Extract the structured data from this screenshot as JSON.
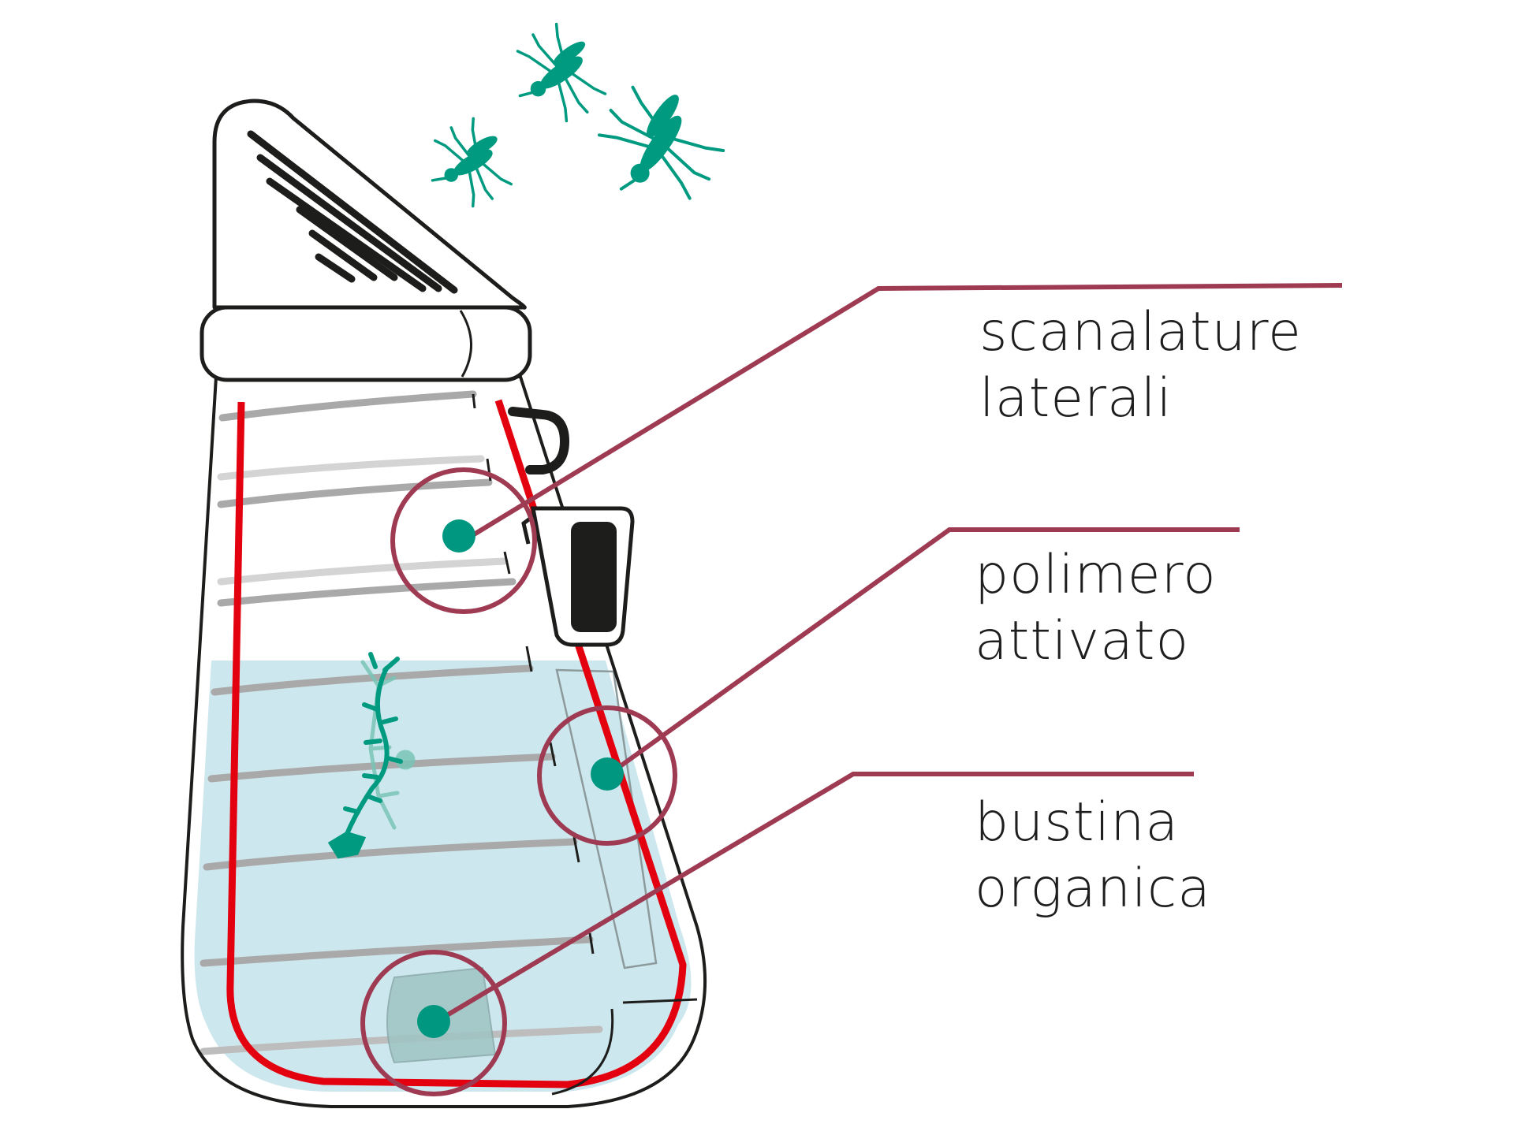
{
  "colors": {
    "callout": "#9e3a52",
    "accent_dot": "#009780",
    "insect": "#009a80",
    "red_tube": "#e3000f",
    "water": "#cde7ee",
    "outline": "#1d1d1b",
    "groove": "#9d9d9c"
  },
  "labels": [
    {
      "id": "scanalature",
      "line1": "scanalature",
      "line2": "laterali"
    },
    {
      "id": "polimero",
      "line1": "polimero",
      "line2": "attivato"
    },
    {
      "id": "bustina",
      "line1": "bustina",
      "line2": "organica"
    }
  ],
  "icons": [
    "mosquito-icon",
    "larva-icon",
    "dot-icon"
  ]
}
